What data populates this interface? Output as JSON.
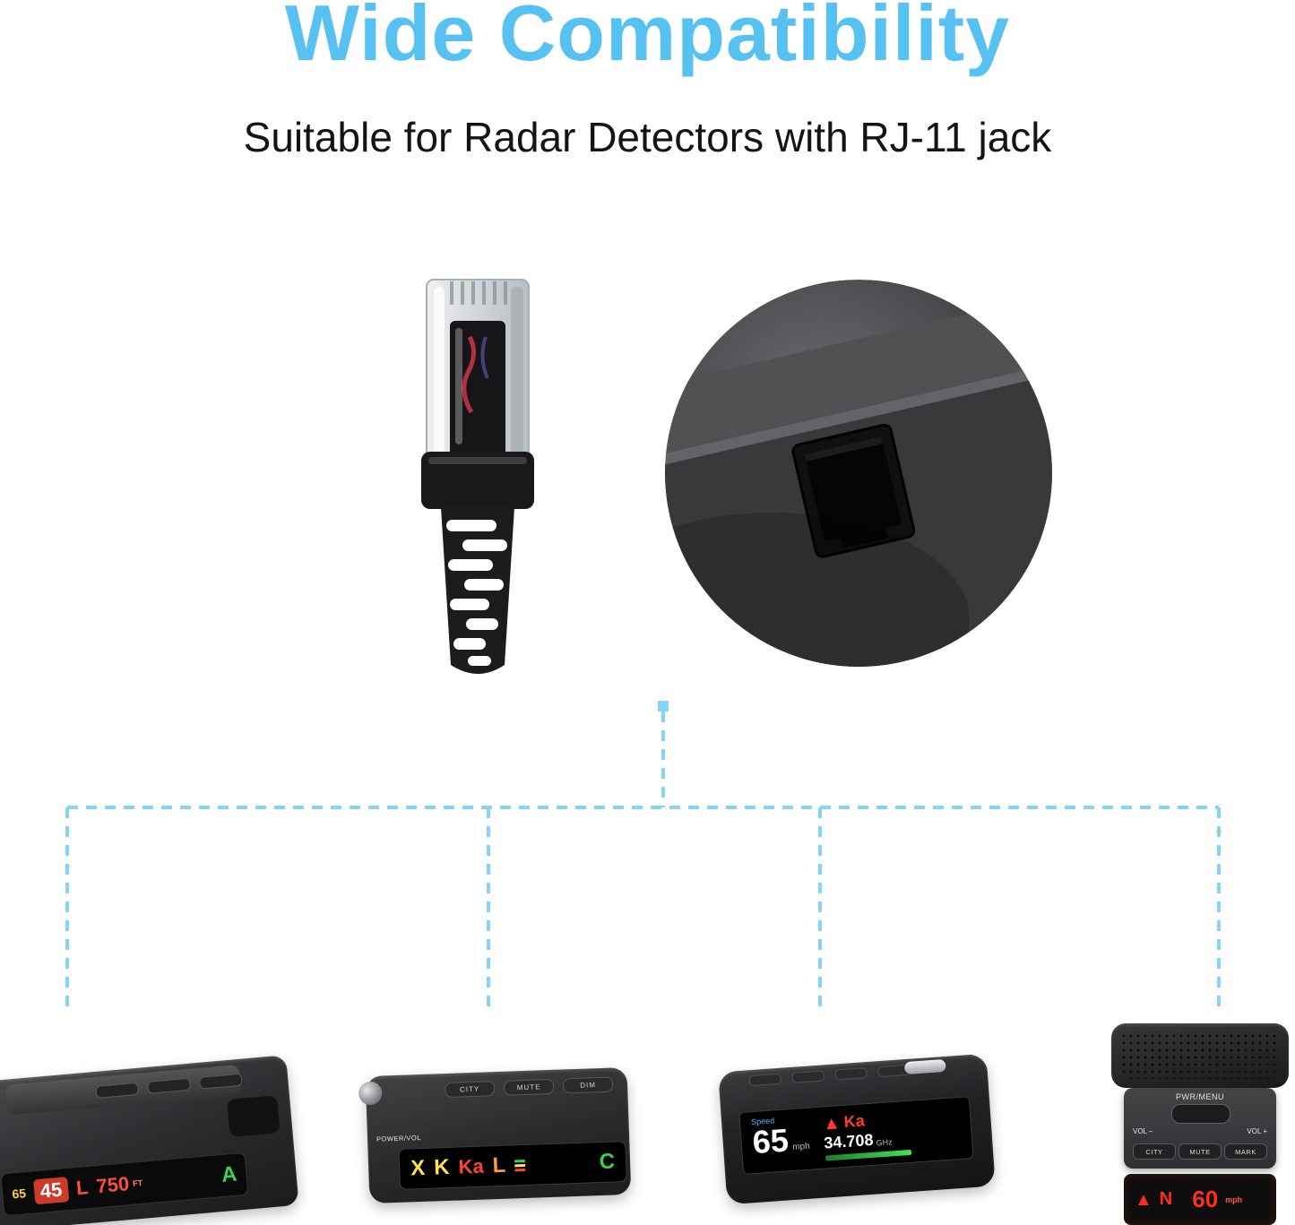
{
  "page": {
    "title": "Wide Compatibility",
    "subtitle": "Suitable for Radar Detectors with RJ-11 jack"
  },
  "colors": {
    "title_blue": "#57c1f1",
    "dash_blue": "#86d3f8",
    "display_red": "#ff3b2e",
    "display_green": "#38d24f",
    "display_yellow": "#ffe24d"
  },
  "detectors": {
    "d1": {
      "speed_limit": "65",
      "speed": "45",
      "band": "L",
      "range": "750",
      "range_unit": "FT",
      "alert": "A"
    },
    "d2": {
      "side_label": "POWER/VOL",
      "button_city": "CITY",
      "button_mute": "MUTE",
      "button_dim": "DIM",
      "seg_x": "X",
      "seg_k": "K",
      "seg_ka": "Ka",
      "seg_l": "L",
      "seg_c": "C"
    },
    "d3": {
      "corner_label": "Speed",
      "speed": "65",
      "speed_unit": "mph",
      "band": "Ka",
      "frequency": "34.708",
      "frequency_unit": "GHz"
    },
    "d4": {
      "top_label": "PWR/MENU",
      "vol_minus": "VOL –",
      "vol_plus": "VOL +",
      "button_city": "CITY",
      "button_mute": "MUTE",
      "button_mark": "MARK",
      "dir": "N",
      "speed": "60",
      "speed_unit": "mph"
    }
  }
}
